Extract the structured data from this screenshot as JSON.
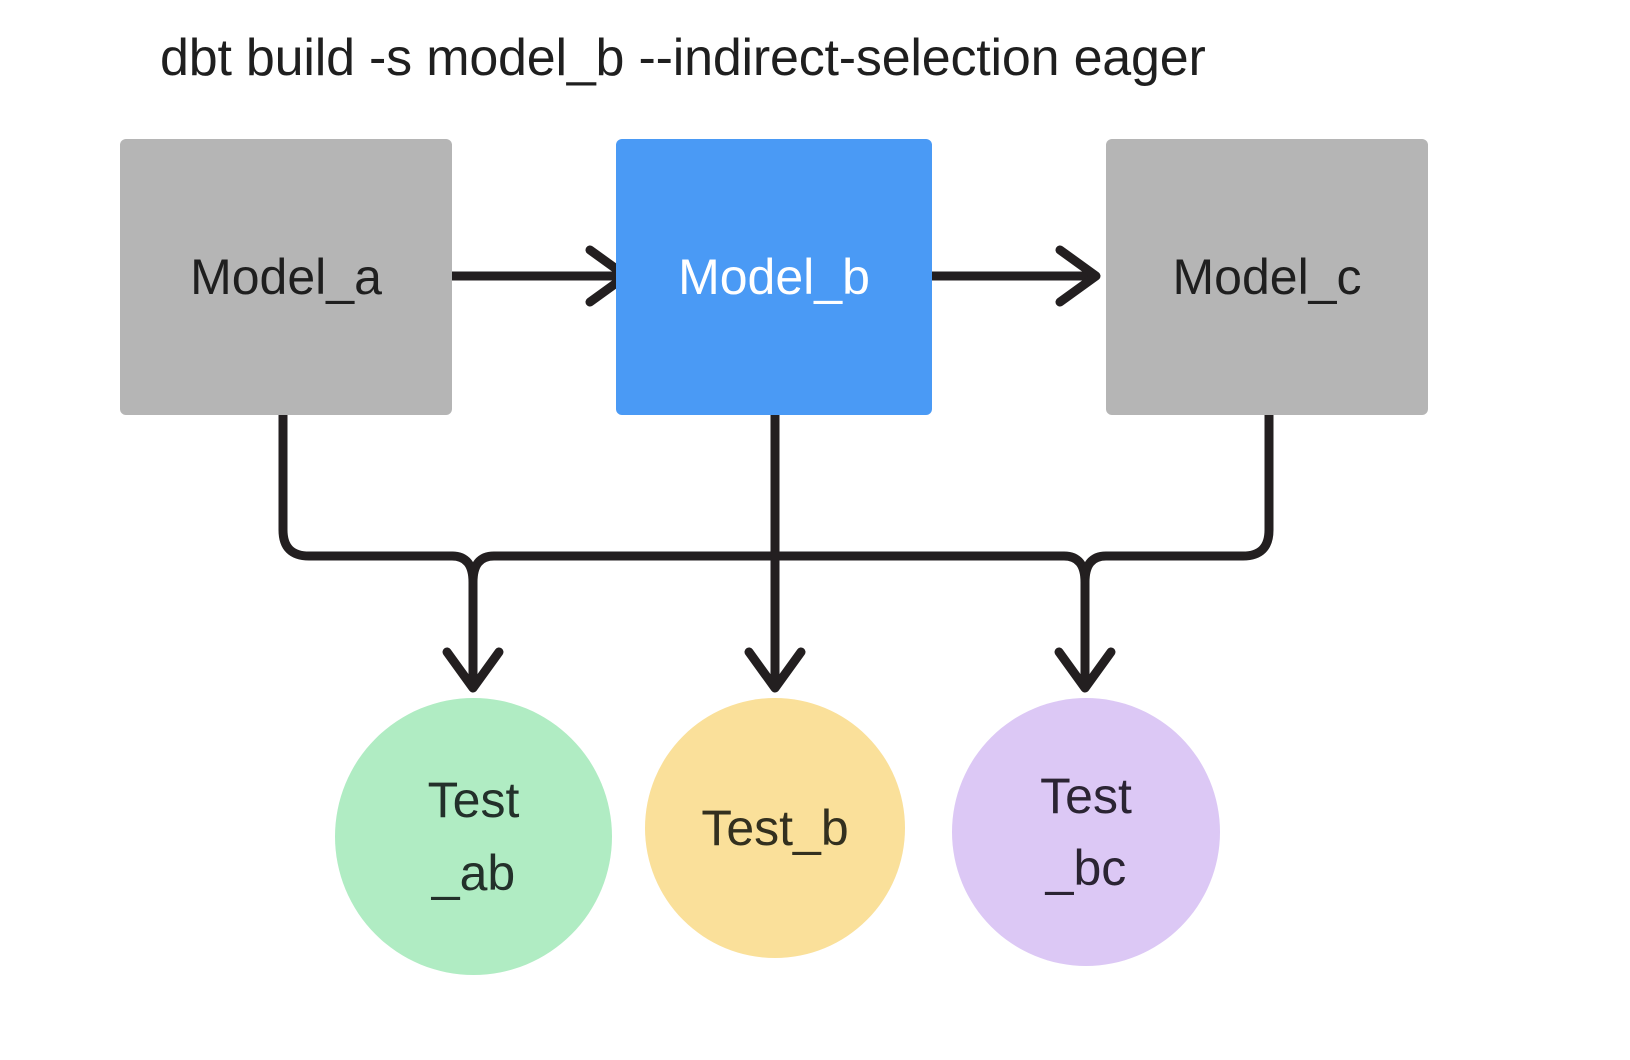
{
  "diagram": {
    "title": "dbt build -s model_b --indirect-selection eager",
    "background": "#ffffff",
    "edge_color": "#231f20",
    "nodes": {
      "model_a": {
        "label": "Model_a",
        "shape": "rectangle",
        "fill": "#b5b5b5",
        "text_color": "#1f1f1f",
        "selected": false
      },
      "model_b": {
        "label": "Model_b",
        "shape": "rectangle",
        "fill": "#4a9af5",
        "text_color": "#ffffff",
        "selected": true
      },
      "model_c": {
        "label": "Model_c",
        "shape": "rectangle",
        "fill": "#b5b5b5",
        "text_color": "#1f1f1f",
        "selected": false
      },
      "test_ab": {
        "label": "Test\n_ab",
        "shape": "circle",
        "fill": "#b0ecc3",
        "text_color": "#23302a",
        "selected": false
      },
      "test_b": {
        "label": "Test_b",
        "shape": "circle",
        "fill": "#fae09a",
        "text_color": "#33301f",
        "selected": false
      },
      "test_bc": {
        "label": "Test\n_bc",
        "shape": "circle",
        "fill": "#dcc8f5",
        "text_color": "#2b2433",
        "selected": false
      }
    },
    "edges": [
      {
        "from": "model_a",
        "to": "model_b",
        "style": "straight-arrow"
      },
      {
        "from": "model_b",
        "to": "model_c",
        "style": "straight-arrow"
      },
      {
        "from": "model_a",
        "to": "test_ab",
        "style": "elbow-arrow"
      },
      {
        "from": "model_b",
        "to": "test_ab",
        "style": "elbow-arrow"
      },
      {
        "from": "model_b",
        "to": "test_b",
        "style": "straight-arrow"
      },
      {
        "from": "model_b",
        "to": "test_bc",
        "style": "elbow-arrow"
      },
      {
        "from": "model_c",
        "to": "test_bc",
        "style": "elbow-arrow"
      }
    ]
  }
}
